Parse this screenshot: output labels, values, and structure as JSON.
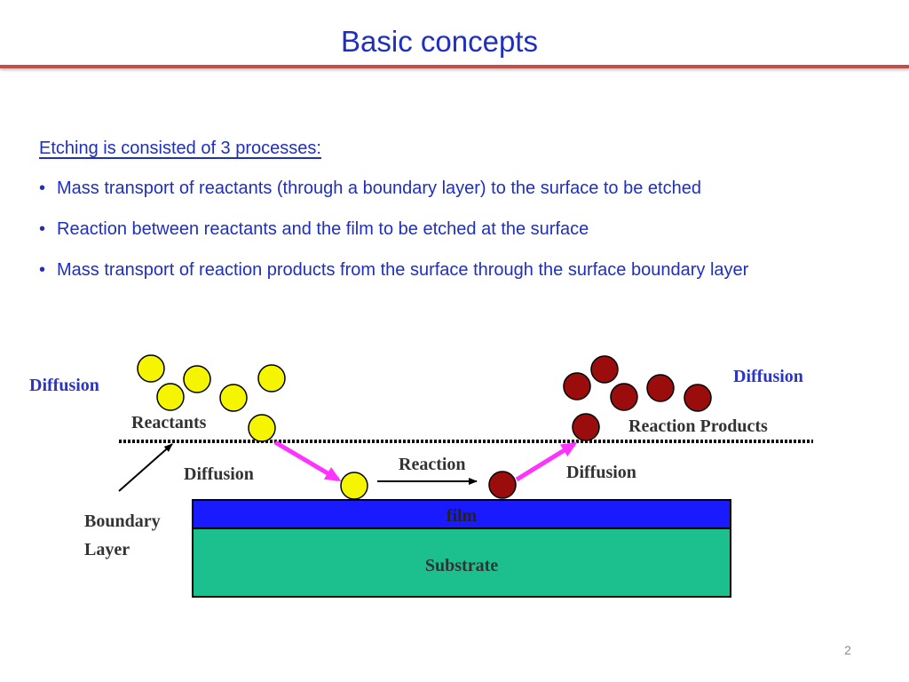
{
  "slide": {
    "title": "Basic concepts",
    "intro": "Etching is consisted of 3 processes:",
    "bullet_glyph": "•",
    "bullets": [
      "Mass transport of reactants (through a boundary layer) to the surface to be etched",
      "Reaction between reactants and the film to be etched at the surface",
      "Mass transport of reaction products from the surface through the surface boundary layer"
    ],
    "page_number": "2"
  },
  "diagram": {
    "diffusion_left": "Diffusion",
    "reactants": "Reactants",
    "diffusion_mid_left": "Diffusion",
    "reaction": "Reaction",
    "diffusion_mid_right": "Diffusion",
    "diffusion_right": "Diffusion",
    "reaction_products": "Reaction Products",
    "boundary_line1": "Boundary",
    "boundary_line2": "Layer",
    "film": "film",
    "substrate": "Substrate",
    "colors": {
      "reactant": "#f5f500",
      "product": "#9b0d0d",
      "film": "#1a1aff",
      "substrate": "#1bc08e",
      "transport_arrow": "#ff33ff",
      "title_text": "#1f2fbf",
      "rule": "#c0504d"
    }
  }
}
